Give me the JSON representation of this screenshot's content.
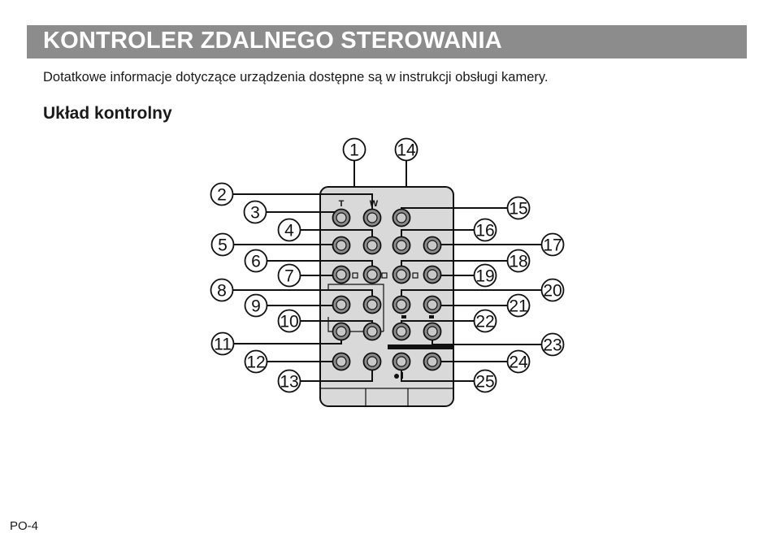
{
  "header": {
    "title": "KONTROLER ZDALNEGO STEROWANIA"
  },
  "intro_text": "Dotatkowe informacje dotyczące urządzenia dostępne są w instrukcji obsługi kamery.",
  "section_heading": "Układ kontrolny",
  "diagram": {
    "button_labels": {
      "t": "T",
      "w": "W"
    },
    "callouts": [
      "1",
      "2",
      "3",
      "4",
      "5",
      "6",
      "7",
      "8",
      "9",
      "10",
      "11",
      "12",
      "13",
      "14",
      "15",
      "16",
      "17",
      "18",
      "19",
      "20",
      "21",
      "22",
      "23",
      "24",
      "25"
    ]
  },
  "footer": {
    "page_number": "PO-4"
  },
  "colors": {
    "title_bar": "#8c8c8c",
    "remote_body": "#d9d9d9",
    "line": "#111111"
  }
}
